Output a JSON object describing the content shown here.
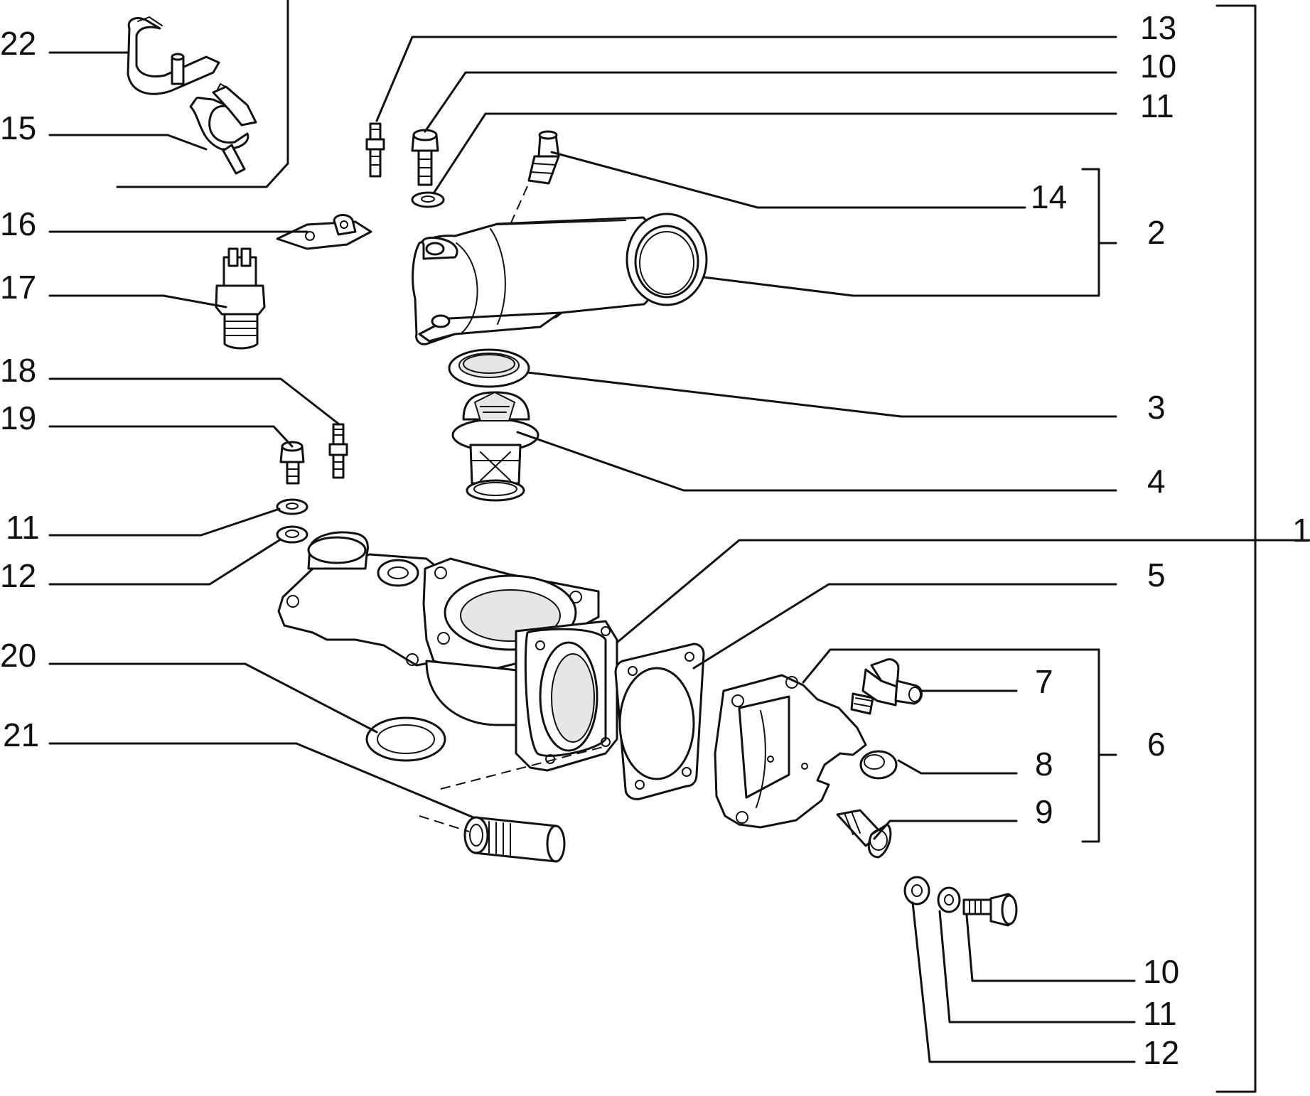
{
  "labels": {
    "l22": "22",
    "l15": "15",
    "l16": "16",
    "l17": "17",
    "l18": "18",
    "l19": "19",
    "l11a": "11",
    "l12a": "12",
    "l20": "20",
    "l21": "21",
    "l13": "13",
    "l10a": "10",
    "l11b": "11",
    "l14": "14",
    "l2": "2",
    "l3": "3",
    "l4": "4",
    "l1": "1",
    "l5": "5",
    "l7": "7",
    "l8": "8",
    "l6": "6",
    "l9": "9",
    "l10b": "10",
    "l11c": "11",
    "l12b": "12"
  }
}
